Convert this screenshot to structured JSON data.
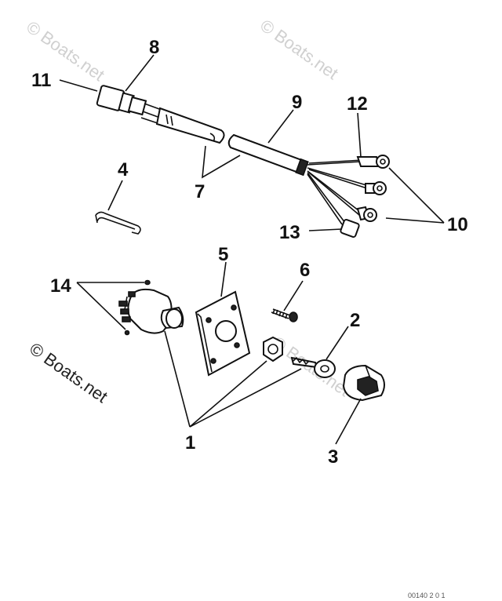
{
  "watermark": {
    "text": "© Boats.net"
  },
  "callouts": {
    "c1": "1",
    "c2": "2",
    "c3": "3",
    "c4": "4",
    "c5": "5",
    "c6": "6",
    "c7": "7",
    "c8": "8",
    "c9": "9",
    "c10": "10",
    "c11": "11",
    "c12": "12",
    "c13": "13",
    "c14": "14"
  },
  "footer": {
    "code": "00140 2 0 1"
  }
}
